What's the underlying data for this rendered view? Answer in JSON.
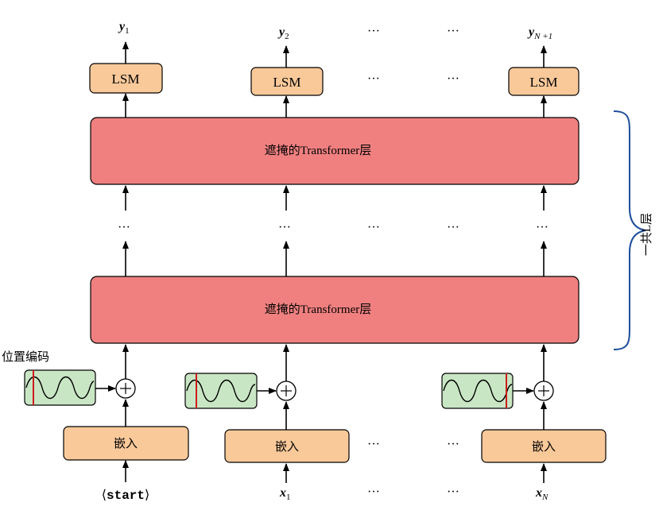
{
  "outputs": {
    "y1": {
      "base": "y",
      "sub": "1"
    },
    "y2": {
      "base": "y",
      "sub": "2"
    },
    "y3": {
      "base": "y",
      "sub": "N +1"
    }
  },
  "lsm_label": "LSM",
  "transformer_label": "遮掩的Transformer层",
  "total_layers_label": "一共L层",
  "pos_enc_label": "位置编码",
  "embed_label": "嵌入",
  "ellipsis": "···",
  "inputs": {
    "start": {
      "lang": "⟨",
      "text": "start",
      "rang": "⟩"
    },
    "x1": {
      "base": "x",
      "sub": "1"
    },
    "x3": {
      "base": "x",
      "sub": "N"
    }
  },
  "colors": {
    "lsm_fill": "#f9c99a",
    "transformer_fill": "#f08080",
    "posenc_fill": "#c9e6c4",
    "embed_fill": "#f9c99a",
    "brace": "#1f4e9c",
    "marker": "#cc1b1b"
  }
}
